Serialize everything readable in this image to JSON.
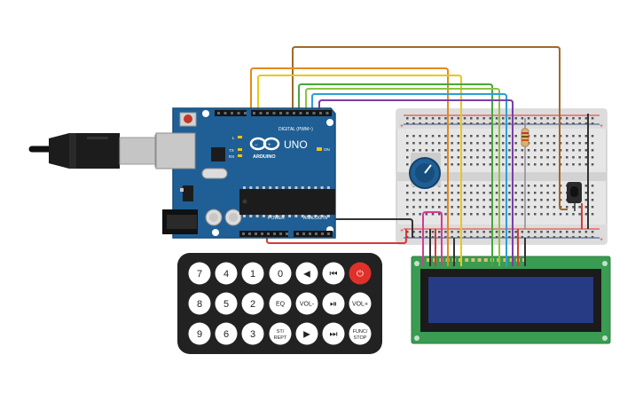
{
  "arduino": {
    "logo": "ARDUINO",
    "model": "UNO",
    "digital_header": "DIGITAL (PWM~)",
    "power_header": "POWER",
    "analog_header": "ANALOG IN",
    "led_l": "L",
    "led_tx": "TX",
    "led_rx": "RX",
    "on_label": "ON"
  },
  "remote": {
    "buttons": [
      {
        "label": "7",
        "kind": "num"
      },
      {
        "label": "4",
        "kind": "num"
      },
      {
        "label": "1",
        "kind": "num"
      },
      {
        "label": "0",
        "kind": "num"
      },
      {
        "label": "◀",
        "kind": "nav"
      },
      {
        "label": "⏮",
        "kind": "nav"
      },
      {
        "label": "⏻",
        "kind": "power"
      },
      {
        "label": "8",
        "kind": "num"
      },
      {
        "label": "5",
        "kind": "num"
      },
      {
        "label": "2",
        "kind": "num"
      },
      {
        "label": "EQ",
        "kind": "func"
      },
      {
        "label": "VOL-",
        "kind": "func"
      },
      {
        "label": "⏯",
        "kind": "nav"
      },
      {
        "label": "VOL+",
        "kind": "func"
      },
      {
        "label": "9",
        "kind": "num"
      },
      {
        "label": "6",
        "kind": "num"
      },
      {
        "label": "3",
        "kind": "num"
      },
      {
        "label": "ST/ REPT",
        "kind": "func"
      },
      {
        "label": "▶",
        "kind": "nav"
      },
      {
        "label": "⏭",
        "kind": "nav"
      },
      {
        "label": "FUNC/ STOP",
        "kind": "func"
      }
    ]
  },
  "icons": {
    "usb_cable": "usb-plug-icon",
    "power_button": "power-icon"
  },
  "colors": {
    "board": "#1f5f95",
    "breadboard": "#e4e4e4",
    "lcd_pcb": "#3a9b52",
    "lcd_screen": "#263b83",
    "remote_body": "#222222",
    "power_red": "#e0302a",
    "wire_brown": "#a0692c",
    "wire_orange": "#e58a1c",
    "wire_yellow": "#e9c81a",
    "wire_green": "#46a83c",
    "wire_blue": "#2a9fd8",
    "wire_purple": "#7a3fa6",
    "wire_magenta": "#d63a9b",
    "wire_red": "#d63a3a",
    "wire_black": "#333333"
  }
}
